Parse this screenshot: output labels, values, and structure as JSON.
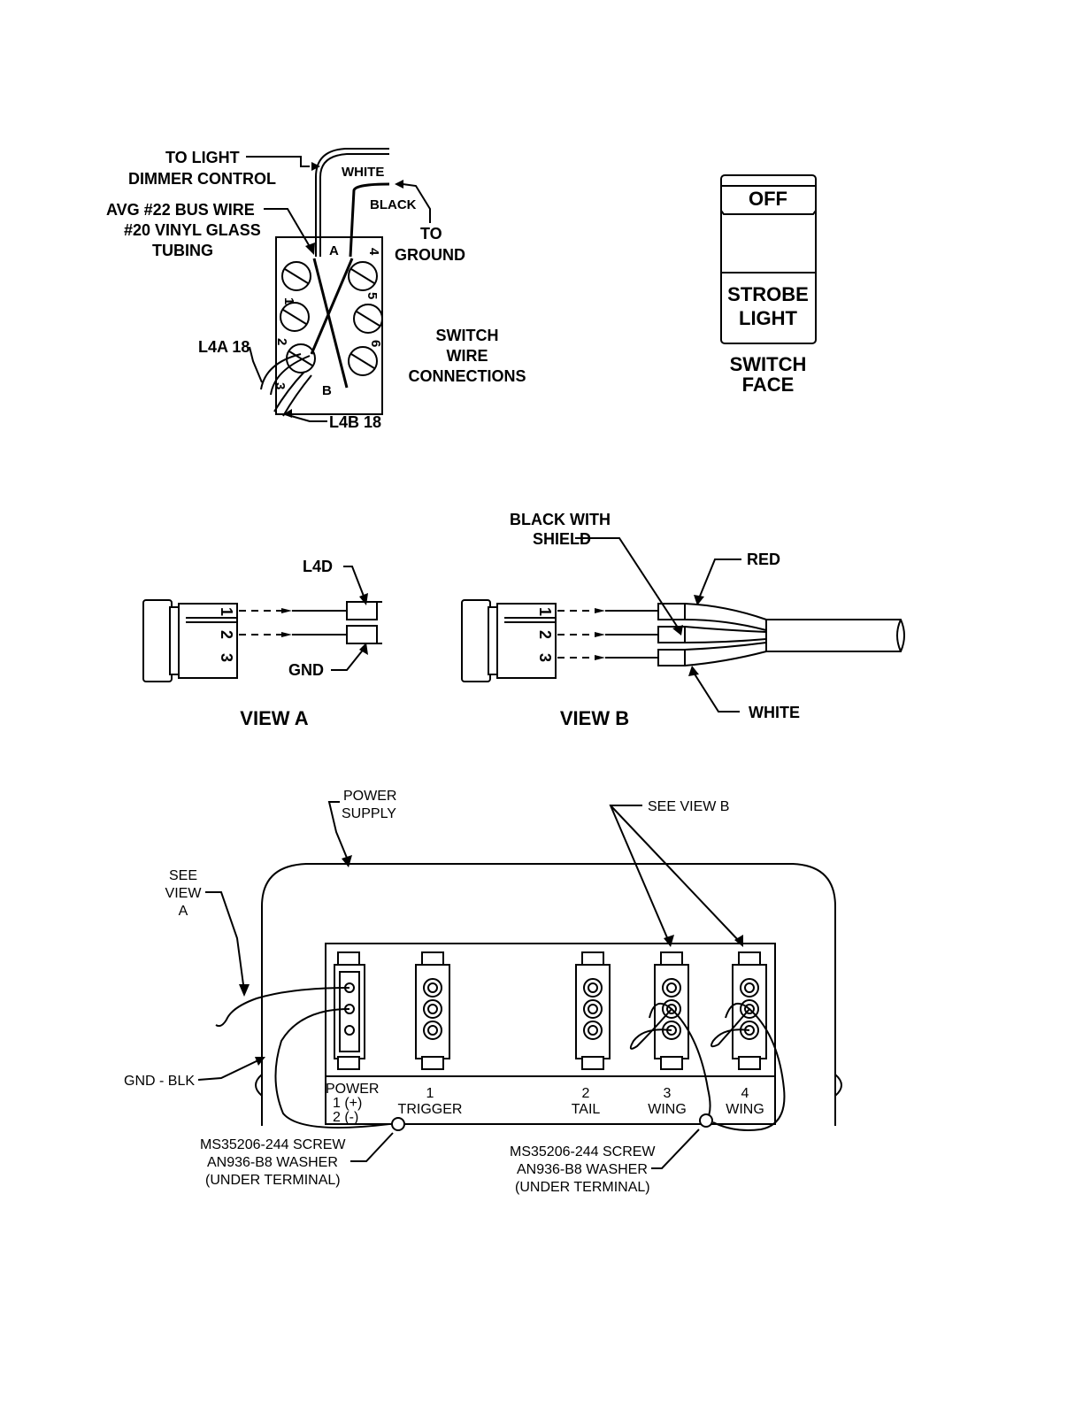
{
  "switch_wiring": {
    "to_light_dimmer_1": "TO LIGHT",
    "to_light_dimmer_2": "DIMMER CONTROL",
    "white": "WHITE",
    "black": "BLACK",
    "to_ground_1": "TO",
    "to_ground_2": "GROUND",
    "bus_wire_1": "AVG #22 BUS WIRE",
    "bus_wire_2": "#20 VINYL GLASS",
    "bus_wire_3": "TUBING",
    "l4a": "L4A 18",
    "l4b": "L4B 18",
    "term_a": "A",
    "term_b": "B",
    "caption_1": "SWITCH",
    "caption_2": "WIRE",
    "caption_3": "CONNECTIONS"
  },
  "switch_face": {
    "off": "OFF",
    "strobe_1": "STROBE",
    "strobe_2": "LIGHT",
    "caption_1": "SWITCH",
    "caption_2": "FACE"
  },
  "view_a": {
    "l4d": "L4D",
    "gnd": "GND",
    "pins": [
      "1",
      "2",
      "3"
    ],
    "caption": "VIEW A"
  },
  "view_b": {
    "black_shield_1": "BLACK WITH",
    "black_shield_2": "SHIELD",
    "red": "RED",
    "white": "WHITE",
    "pins": [
      "1",
      "2",
      "3"
    ],
    "caption": "VIEW B"
  },
  "power_supply": {
    "title_1": "POWER",
    "title_2": "SUPPLY",
    "see_view_b": "SEE VIEW B",
    "see_view_a_1": "SEE",
    "see_view_a_2": "VIEW",
    "see_view_a_3": "A",
    "gnd_blk": "GND - BLK",
    "power_label": "POWER",
    "power_plus": "1  (+)",
    "power_minus": "2  (-)",
    "trigger_num": "1",
    "trigger": "TRIGGER",
    "tail_num": "2",
    "tail": "TAIL",
    "wing3_num": "3",
    "wing3": "WING",
    "wing4_num": "4",
    "wing4": "WING",
    "screw_left_1": "MS35206-244 SCREW",
    "screw_left_2": "AN936-B8 WASHER",
    "screw_left_3": "(UNDER TERMINAL)",
    "screw_right_1": "MS35206-244 SCREW",
    "screw_right_2": "AN936-B8 WASHER",
    "screw_right_3": "(UNDER TERMINAL)"
  }
}
